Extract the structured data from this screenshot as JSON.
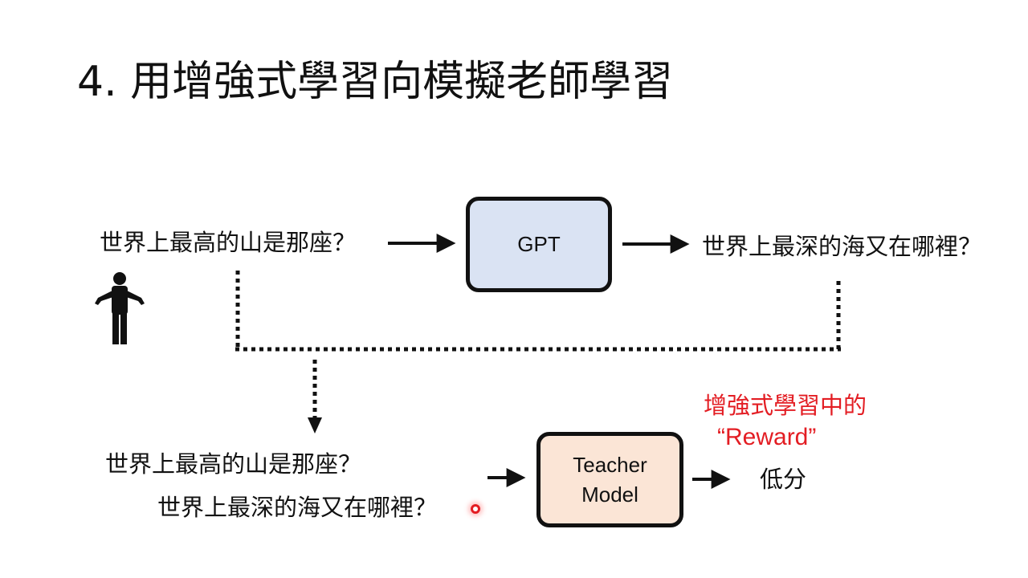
{
  "title": "4. 用增強式學習向模擬老師學習",
  "top_row": {
    "question": "世界上最高的山是那座？",
    "model_label": "GPT",
    "response": "世界上最深的海又在哪裡？"
  },
  "bottom_row": {
    "question": "世界上最高的山是那座？",
    "response": "世界上最深的海又在哪裡？",
    "teacher_label_line1": "Teacher",
    "teacher_label_line2": "Model",
    "score": "低分"
  },
  "reward_note": {
    "line1": "增強式學習中的",
    "line2": "“Reward”"
  },
  "icons": [
    "person-shrug-icon",
    "arrow-right-icon",
    "arrow-down-icon"
  ],
  "colors": {
    "gpt_fill": "#dae3f3",
    "teacher_fill": "#fbe5d6",
    "reward_text": "#e31d23",
    "stroke": "#111111"
  }
}
